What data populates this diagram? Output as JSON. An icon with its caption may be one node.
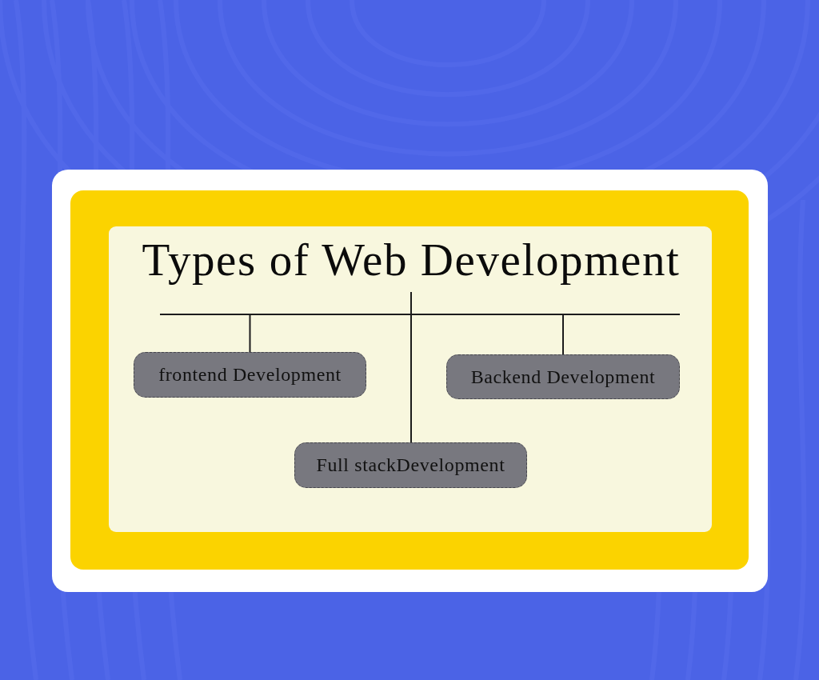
{
  "diagram": {
    "nodes": [
      {
        "text": [
          "Types of Web Development"
        ]
      },
      {
        "text": [
          "frontend Development"
        ]
      },
      {
        "text": [
          "Backend Development"
        ]
      },
      {
        "text": [
          "Full stackDevelopment"
        ]
      }
    ],
    "edges": [
      {
        "from": 0,
        "to": 1,
        "arrow": "none"
      },
      {
        "from": 0,
        "to": 2,
        "arrow": "none"
      },
      {
        "from": 0,
        "to": 3,
        "arrow": "none"
      }
    ]
  }
}
